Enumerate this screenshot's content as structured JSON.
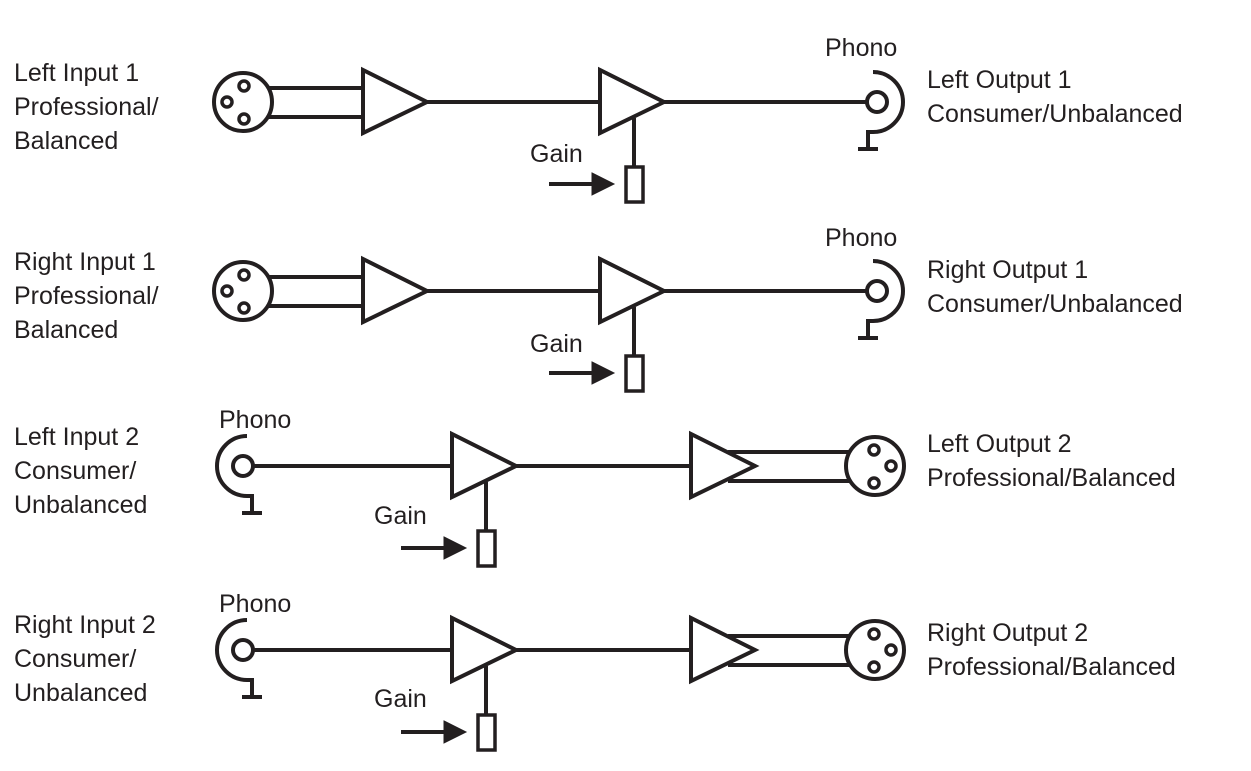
{
  "diagram": {
    "type": "signal-flow",
    "stroke_color": "#231f20",
    "background": "#ffffff",
    "channels": [
      {
        "id": "left-1",
        "input": {
          "lines": [
            "Left Input 1",
            "Professional/",
            "Balanced"
          ],
          "connector": "xlr",
          "connector_label": ""
        },
        "output": {
          "lines": [
            "Left Output 1",
            "Consumer/Unbalanced"
          ],
          "connector": "phono",
          "connector_label": "Phono"
        },
        "gain_label": "Gain",
        "stages": [
          "balanced-receiver",
          "gain-amp"
        ]
      },
      {
        "id": "right-1",
        "input": {
          "lines": [
            "Right Input 1",
            "Professional/",
            "Balanced"
          ],
          "connector": "xlr",
          "connector_label": ""
        },
        "output": {
          "lines": [
            "Right Output 1",
            "Consumer/Unbalanced"
          ],
          "connector": "phono",
          "connector_label": "Phono"
        },
        "gain_label": "Gain",
        "stages": [
          "balanced-receiver",
          "gain-amp"
        ]
      },
      {
        "id": "left-2",
        "input": {
          "lines": [
            "Left Input 2",
            "Consumer/",
            "Unbalanced"
          ],
          "connector": "phono",
          "connector_label": "Phono"
        },
        "output": {
          "lines": [
            "Left Output 2",
            "Professional/Balanced"
          ],
          "connector": "xlr",
          "connector_label": ""
        },
        "gain_label": "Gain",
        "stages": [
          "gain-amp",
          "balanced-driver"
        ]
      },
      {
        "id": "right-2",
        "input": {
          "lines": [
            "Right Input 2",
            "Consumer/",
            "Unbalanced"
          ],
          "connector": "phono",
          "connector_label": "Phono"
        },
        "output": {
          "lines": [
            "Right Output 2",
            "Professional/Balanced"
          ],
          "connector": "xlr",
          "connector_label": ""
        },
        "gain_label": "Gain",
        "stages": [
          "gain-amp",
          "balanced-driver"
        ]
      }
    ]
  }
}
